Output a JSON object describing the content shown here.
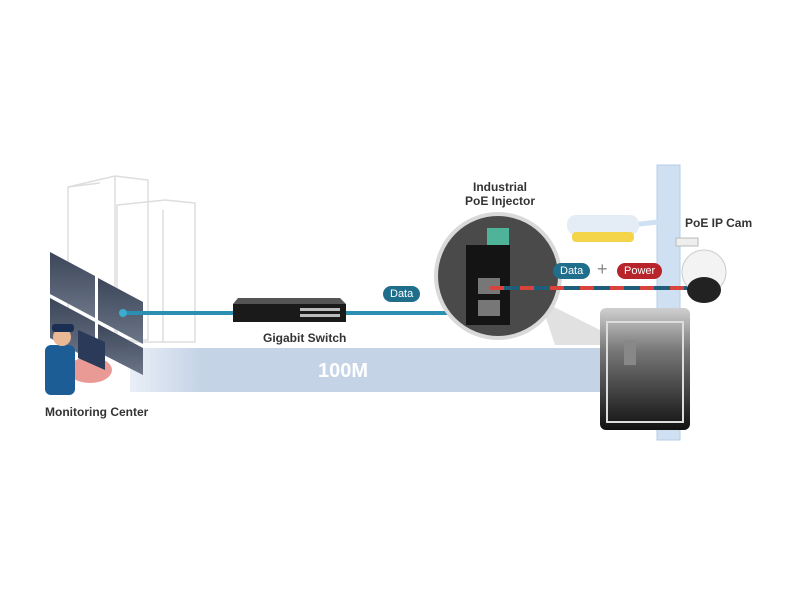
{
  "labels": {
    "monitoring_center": "Monitoring Center",
    "gigabit_switch": "Gigabit Switch",
    "injector_line1": "Industrial",
    "injector_line2": "PoE Injector",
    "ip_cam": "PoE IP Cam",
    "distance": "100M"
  },
  "pills": {
    "data_left": "Data",
    "data_right": "Data",
    "plus": "+",
    "power": "Power"
  },
  "colors": {
    "data": "#1f6e8c",
    "power": "#b8242b",
    "band": "#c5d3e6",
    "pole": "#cfe0f2"
  }
}
